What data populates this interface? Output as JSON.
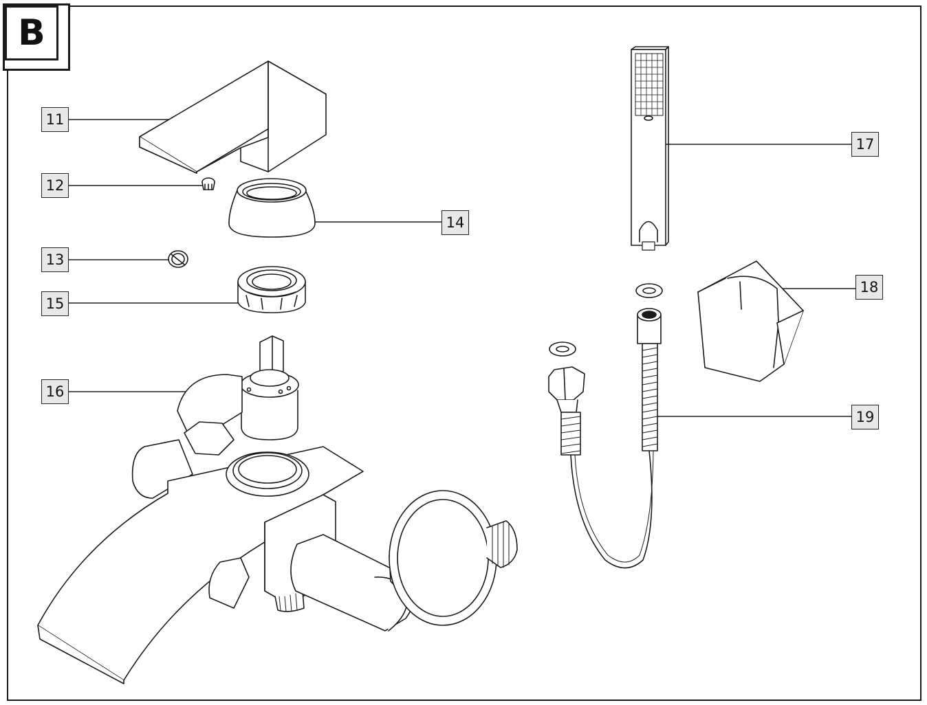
{
  "panel_letter": "B",
  "callouts": {
    "c11": "11",
    "c12": "12",
    "c13": "13",
    "c14": "14",
    "c15": "15",
    "c16": "16",
    "c17": "17",
    "c18": "18",
    "c19": "19"
  }
}
